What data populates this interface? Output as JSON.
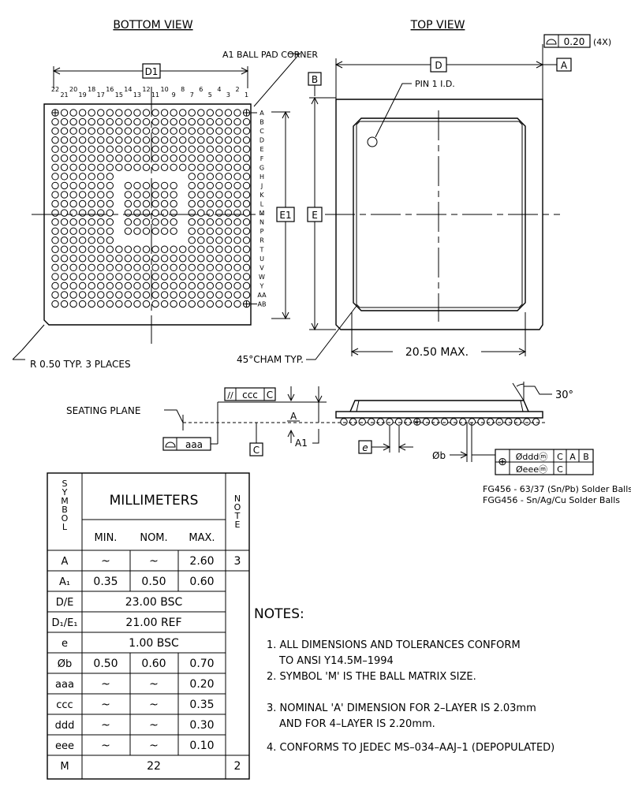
{
  "views": {
    "bottom_view_title": "BOTTOM VIEW",
    "top_view_title": "TOP VIEW",
    "a1_ball_pad_corner": "A1 BALL PAD CORNER",
    "pin1_id": "PIN 1 I.D.",
    "radius_note": "R 0.50 TYP. 3 PLACES",
    "chamfer_note": "45°CHAM TYP.",
    "max_width": "20.50 MAX.",
    "flatness": "0.20",
    "flatness_count": "(4X)"
  },
  "datums": {
    "D1": "D1",
    "E1": "E1",
    "D": "D",
    "E": "E",
    "A": "A",
    "B": "B",
    "C": "C"
  },
  "grid": {
    "size": 22,
    "columns": [
      "22",
      "21",
      "20",
      "19",
      "18",
      "17",
      "16",
      "15",
      "14",
      "13",
      "12",
      "11",
      "10",
      "9",
      "8",
      "7",
      "6",
      "5",
      "4",
      "3",
      "2",
      "1"
    ],
    "rows": [
      "A",
      "B",
      "C",
      "D",
      "E",
      "F",
      "G",
      "H",
      "J",
      "K",
      "L",
      "M",
      "N",
      "P",
      "R",
      "T",
      "U",
      "V",
      "W",
      "Y",
      "AA",
      "AB"
    ],
    "outer_ring_depth": 7,
    "center_block": [
      8,
      13
    ]
  },
  "side_view": {
    "seating_plane": "SEATING PLANE",
    "parallelism": "//",
    "ccc": "ccc",
    "datum_c": "C",
    "flat_symbol": "⌓",
    "aaa": "aaa",
    "dim_a": "A",
    "dim_a1": "A1",
    "dim_e": "e",
    "dim_b": "Øb",
    "angle": "30°",
    "fcf1": [
      "⊕",
      "Ødddⓜ",
      "C",
      "A",
      "B"
    ],
    "fcf2": [
      "Øeeeⓜ",
      "C"
    ],
    "solder_note_1": "FG456 - 63/37 (Sn/Pb) Solder Balls",
    "solder_note_2": "FGG456 - Sn/Ag/Cu Solder Balls"
  },
  "table": {
    "symbol_header": "SYMBOL",
    "mm_header": "MILLIMETERS",
    "note_header": "NOTE",
    "sub_headers": [
      "MIN.",
      "NOM.",
      "MAX."
    ],
    "rows": [
      {
        "symbol": "A",
        "min": "~",
        "nom": "~",
        "max": "2.60",
        "note": "3"
      },
      {
        "symbol": "A₁",
        "min": "0.35",
        "nom": "0.50",
        "max": "0.60",
        "note": ""
      },
      {
        "symbol": "D/E",
        "span": "23.00 BSC",
        "note": ""
      },
      {
        "symbol": "D₁/E₁",
        "span": "21.00 REF",
        "note": ""
      },
      {
        "symbol": "e",
        "span": "1.00 BSC",
        "note": ""
      },
      {
        "symbol": "Øb",
        "min": "0.50",
        "nom": "0.60",
        "max": "0.70",
        "note": ""
      },
      {
        "symbol": "aaa",
        "min": "~",
        "nom": "~",
        "max": "0.20",
        "note": ""
      },
      {
        "symbol": "ccc",
        "min": "~",
        "nom": "~",
        "max": "0.35",
        "note": ""
      },
      {
        "symbol": "ddd",
        "min": "~",
        "nom": "~",
        "max": "0.30",
        "note": ""
      },
      {
        "symbol": "eee",
        "min": "~",
        "nom": "~",
        "max": "0.10",
        "note": ""
      },
      {
        "symbol": "M",
        "span": "22",
        "note": "2"
      }
    ]
  },
  "notes": {
    "title": "NOTES:",
    "items": [
      [
        "1. ALL DIMENSIONS AND TOLERANCES CONFORM",
        "TO ANSI Y14.5M–1994"
      ],
      [
        "2. SYMBOL 'M' IS THE BALL MATRIX SIZE."
      ],
      [
        "3. NOMINAL 'A' DIMENSION FOR 2–LAYER IS 2.03mm",
        "AND FOR 4–LAYER IS 2.20mm."
      ],
      [
        "4. CONFORMS TO JEDEC MS–034–AAJ–1 (DEPOPULATED)"
      ]
    ]
  }
}
